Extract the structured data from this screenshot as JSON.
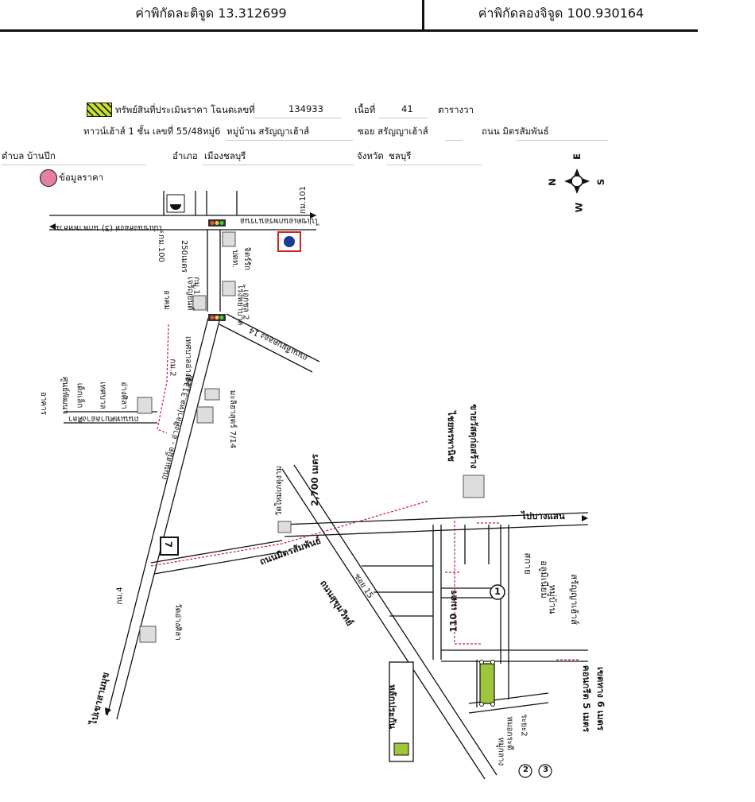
{
  "header": {
    "latitude": "ค่าพิกัดละติจูด 13.312699",
    "longitude": "ค่าพิกัดลองจิจูด 100.930164"
  },
  "property_info": {
    "legend_label": "ทรัพย์สินที่ประเมินราคา โฉนดเลขที่",
    "deed_no": "134933",
    "area_label": "เนื้อที่",
    "area_value": "41",
    "area_unit": "ตารางวา",
    "address": "ทาวน์เฮ้าส์ 1 ชั้น เลขที่ 55/48หมู่6",
    "village": "หมู่บ้าน สรัญญาเฮ้าส์",
    "soi": "ซอย สรัญญาเฮ้าส์",
    "road": "ถนน มิตรสัมพันธ์",
    "subdistrict": "ตำบล บ้านปึก",
    "district_label": "อำเภอ",
    "district": "เมืองชลบุรี",
    "province_label": "จังหวัด",
    "province": "ชลบุรี",
    "price_point_legend": "ข้อมูลราคา"
  },
  "colors": {
    "road": "#111111",
    "route": "#c81e3c",
    "collateral": "#9fc63b",
    "price_point": "#e57fa8",
    "brand_ring": "#1b3c8c",
    "brand_accent": "#d0221f"
  },
  "compass": {
    "n": "N",
    "e": "E",
    "s": "S",
    "w": "W"
  },
  "map_labels": {
    "top_right_road": "ไปเขตเอนกพรอนารนอ",
    "top_left_road": "ไปแขนงสองห่ (3) นกพาพหลวม",
    "km101": "กม.101",
    "km100": "กม.100",
    "marker_tr": "250เมตร",
    "bank": "ปตท.",
    "shop": "จิตร์รัก",
    "km1": "กม.1",
    "shop2": "อาคม",
    "shop3": "เจริญยนต์",
    "hospital": "โรงพยาบาล",
    "hospital2": "เอกชล 2",
    "road_14": "ถนนเลียบคลอง 14",
    "km2": "กม.2",
    "kindergarten": "เทศบาลอ่างศิลา",
    "building1": "อาคาร",
    "building2": "ศูนย์พัฒนา",
    "building3": "เด็กเล็ก",
    "building4": "เทศบาล",
    "building5": "อ่างศิลา",
    "road_left": "ถนนเทศบาลอ่างศิลา",
    "main_road": "ถนนเสม็ด - อ่างศิลา(ทล.3134)",
    "seven": "7",
    "mahatai": "มะลิฮาสุดร์ 7/14",
    "temple_new": "วัดใหม่เกตุงาม",
    "distance_2700": "2,700 เมตร",
    "store": "ไชยพรพานิช",
    "store2": "ขายวัสดุก่อสร้าง",
    "to_bangsaen": "ไปบางแสน",
    "road_mitr": "ถนนมิตรสัมพันธ์",
    "soi15": "ซอย 15",
    "road_sukhumvit": "ถนนสุขุมวิทย์",
    "village_a": "สกาย",
    "village_b": "อลูมิเนียม",
    "village_c": "หมู่บ้าน",
    "village_d": "สรัญญาเฮ้าส์",
    "dist_110": "110 เมตร",
    "circle1": "1",
    "km4": "กม.4",
    "temple_angsila": "วัดอ่างศิลา",
    "to_khaosam": "ไปเขาสามมุข",
    "collateral_label": "หลักประกัน",
    "road_width": "คอนกรีต 5 เมตร",
    "road_width2": "เขตทาง 6 เมตร",
    "small_a": "หมอกระดี",
    "small_b": "ระยะ2",
    "small_c": "หมู่กลาง",
    "circle2": "2",
    "circle3": "3"
  }
}
